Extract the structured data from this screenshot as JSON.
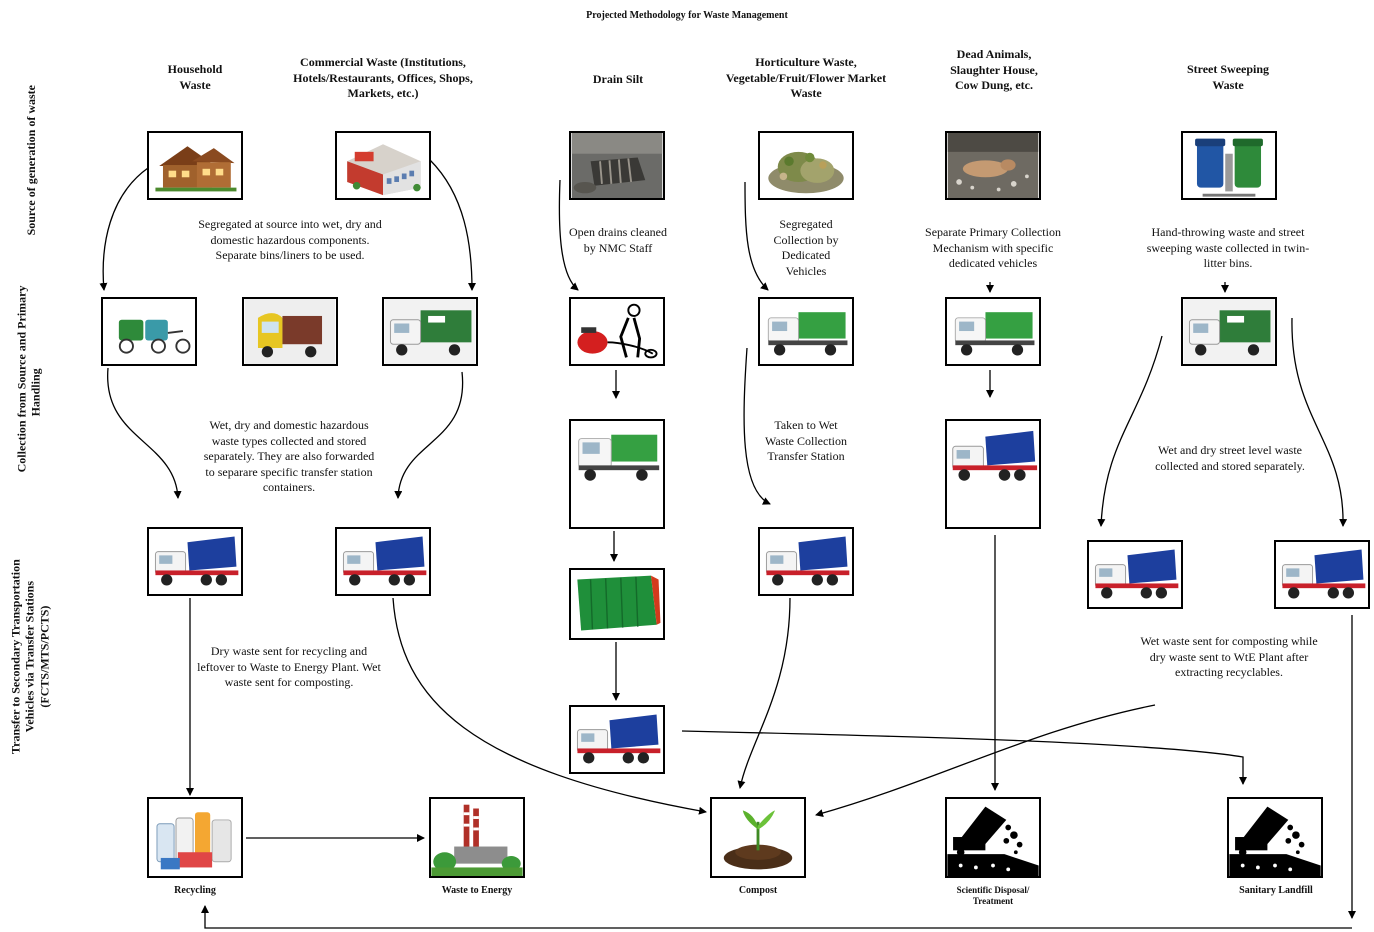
{
  "title": "Projected Methodology for Waste Management",
  "row_labels": {
    "source": "Source of generation of waste",
    "collection_line1": "Collection from Source and Primary",
    "collection_line2": "Handling",
    "transfer_line1": "Transfer to Secondary Transportation",
    "transfer_line2": "Vehicles via Transfer Stations",
    "transfer_line3": "(FCTS/MTS/PCTS)"
  },
  "sources": {
    "household": "Household Waste",
    "commercial": "Commercial Waste (Institutions, Hotels/Restaurants, Offices, Shops, Markets, etc.)",
    "drain": "Drain Silt",
    "horticulture": "Horticulture Waste, Vegetable/Fruit/Flower Market Waste",
    "dead_animals": "Dead Animals, Slaughter House, Cow Dung, etc.",
    "street": "Street Sweeping Waste"
  },
  "notes": {
    "segregated": "Segregated at source into wet, dry and domestic hazardous components. Separate bins/liners to be used.",
    "open_drains": "Open drains cleaned by NMC Staff",
    "segregated_collection": "Segregated Collection by Dedicated Vehicles",
    "separate_primary": "Separate Primary Collection Mechanism with specific dedicated vehicles",
    "hand_throwing": "Hand-throwing waste and street sweeping waste collected in twin-litter bins.",
    "wet_dry_domestic": "Wet, dry and domestic hazardous waste types collected and stored separately. They are also forwarded to separare specific transfer station containers.",
    "taken_to_wet": "Taken to Wet Waste Collection Transfer Station",
    "street_level": "Wet and dry street level waste collected and stored separately.",
    "dry_recycling": "Dry waste sent for recycling and leftover to Waste to Energy Plant. Wet waste sent for composting.",
    "wet_composting": "Wet waste sent for composting while dry waste sent to WtE Plant after extracting recyclables."
  },
  "destinations": {
    "recycling": "Recycling",
    "wte": "Waste to Energy",
    "compost": "Compost",
    "scientific": "Scientific Disposal/ Treatment",
    "landfill": "Sanitary Landfill"
  },
  "colors": {
    "line": "#000000",
    "truck_blue": "#1d3f9e",
    "truck_red": "#c8202a",
    "tipper_green": "#35a042",
    "container_green": "#1f8f3a",
    "container_red": "#d33a1c"
  }
}
